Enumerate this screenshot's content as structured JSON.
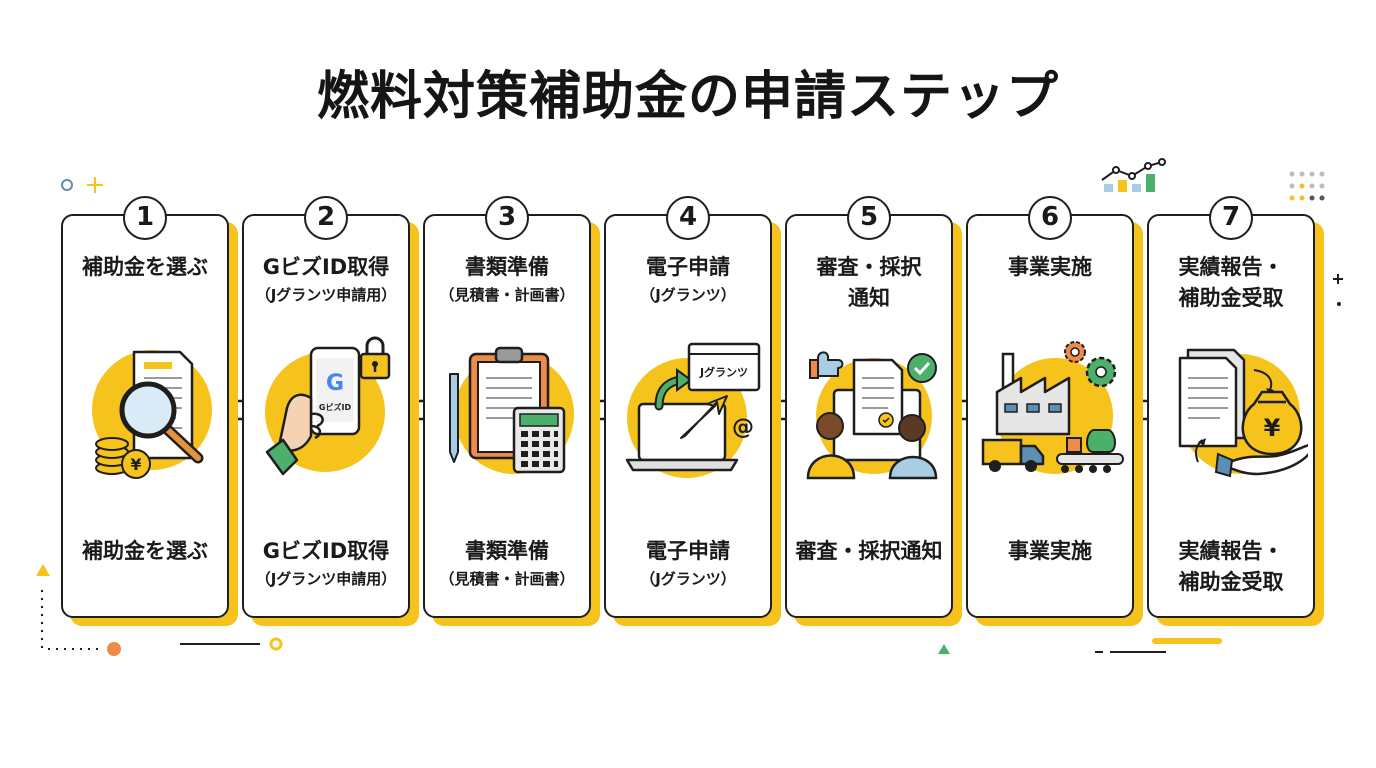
{
  "title": "燃料対策補助金の申請ステップ",
  "colors": {
    "accent": "#f6c21c",
    "stroke": "#1e1e1e",
    "green": "#4caf6a",
    "blue": "#a9cde4"
  },
  "steps": [
    {
      "number": "1",
      "top": [
        "補助金を選ぶ"
      ],
      "top_sub": "",
      "bottom": [
        "補助金を選ぶ"
      ],
      "bottom_sub": "",
      "icon": "magnifier-document-coins-icon"
    },
    {
      "number": "2",
      "top": [
        "GビズID取得"
      ],
      "top_sub": "（Jグランツ申請用）",
      "bottom": [
        "GビズID取得"
      ],
      "bottom_sub": "（Jグランツ申請用）",
      "icon": "smartphone-gbizid-lock-icon",
      "phone_text": "GビズID"
    },
    {
      "number": "3",
      "top": [
        "書類準備"
      ],
      "top_sub": "（見積書・計画書）",
      "bottom": [
        "書類準備"
      ],
      "bottom_sub": "（見積書・計画書）",
      "icon": "clipboard-calculator-icon"
    },
    {
      "number": "4",
      "top": [
        "電子申請"
      ],
      "top_sub": "（Jグランツ）",
      "bottom": [
        "電子申請"
      ],
      "bottom_sub": "（Jグランツ）",
      "icon": "laptop-online-application-icon",
      "window_text": "Jグランツ"
    },
    {
      "number": "5",
      "top": [
        "審査・採択",
        "通知"
      ],
      "top_sub": "",
      "bottom": [
        "審査・採択通知"
      ],
      "bottom_sub": "",
      "icon": "review-approval-people-icon"
    },
    {
      "number": "6",
      "top": [
        "事業実施"
      ],
      "top_sub": "",
      "bottom": [
        "事業実施"
      ],
      "bottom_sub": "",
      "icon": "factory-gears-truck-icon"
    },
    {
      "number": "7",
      "top": [
        "実績報告・",
        "補助金受取"
      ],
      "top_sub": "",
      "bottom": [
        "実績報告・",
        "補助金受取"
      ],
      "bottom_sub": "",
      "icon": "report-money-bag-yen-icon"
    }
  ],
  "yen_symbol": "¥",
  "at_symbol": "@"
}
